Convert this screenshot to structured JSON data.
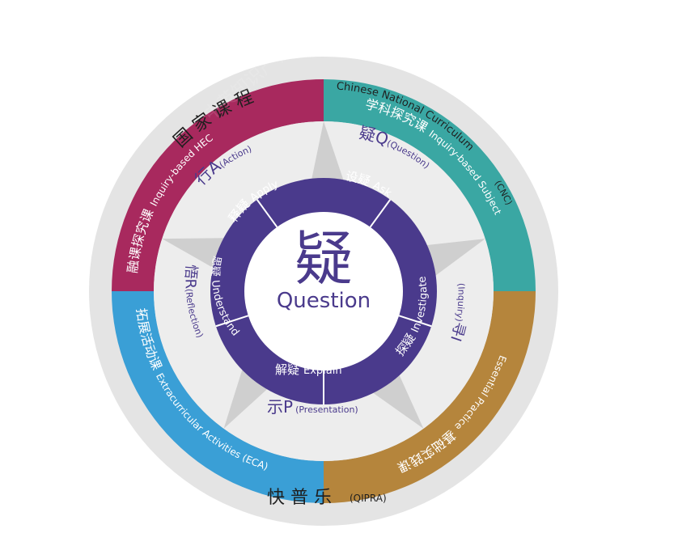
{
  "outer_ring": {
    "top_zh": "国 家 课 程",
    "top_en": "Chinese National Curriculum",
    "top_abbr": "(CNC)",
    "bottom_zh": "快 普 乐",
    "bottom_abbr": "(QIPRA)"
  },
  "quadrants": [
    {
      "id": "hec",
      "zh": "融课探究课",
      "en": "Inquiry-based HEC",
      "color": "#a8295e"
    },
    {
      "id": "subject",
      "zh": "学科探究课",
      "en": "Inquiry-based Subject",
      "color": "#3aa7a3"
    },
    {
      "id": "essential",
      "zh": "基础实践课",
      "en": "Essential Practice",
      "color": "#b5853c"
    },
    {
      "id": "eca",
      "zh": "拓展活动课",
      "en": "Extracurricular Activities (ECA)",
      "color": "#3a9fd6"
    }
  ],
  "steps": [
    {
      "id": "q",
      "zh": "疑Q",
      "en": "(Question)"
    },
    {
      "id": "i",
      "zh": "寻I",
      "en": "(Inquiry)"
    },
    {
      "id": "p",
      "zh": "示P",
      "en": "(Presentation)"
    },
    {
      "id": "r",
      "zh": "悟R",
      "en": "(Reflection)"
    },
    {
      "id": "a",
      "zh": "行A",
      "en": "(Action)"
    }
  ],
  "inner_ring": [
    {
      "id": "ask",
      "zh": "设疑",
      "en": "Ask"
    },
    {
      "id": "investigate",
      "zh": "探疑",
      "en": "Investigate"
    },
    {
      "id": "explain",
      "zh": "解疑",
      "en": "Explain"
    },
    {
      "id": "understand",
      "zh": "思疑",
      "en": "Understand"
    },
    {
      "id": "apply",
      "zh": "释疑",
      "en": "Apply"
    }
  ],
  "center": {
    "glyph": "疑",
    "word": "Question"
  },
  "watermark": "中英知识产权",
  "colors": {
    "outer_gray": "#e4e4e4",
    "step_gray": "#ededed",
    "inner_purple": "#4a3a8c",
    "center_white": "#ffffff"
  }
}
